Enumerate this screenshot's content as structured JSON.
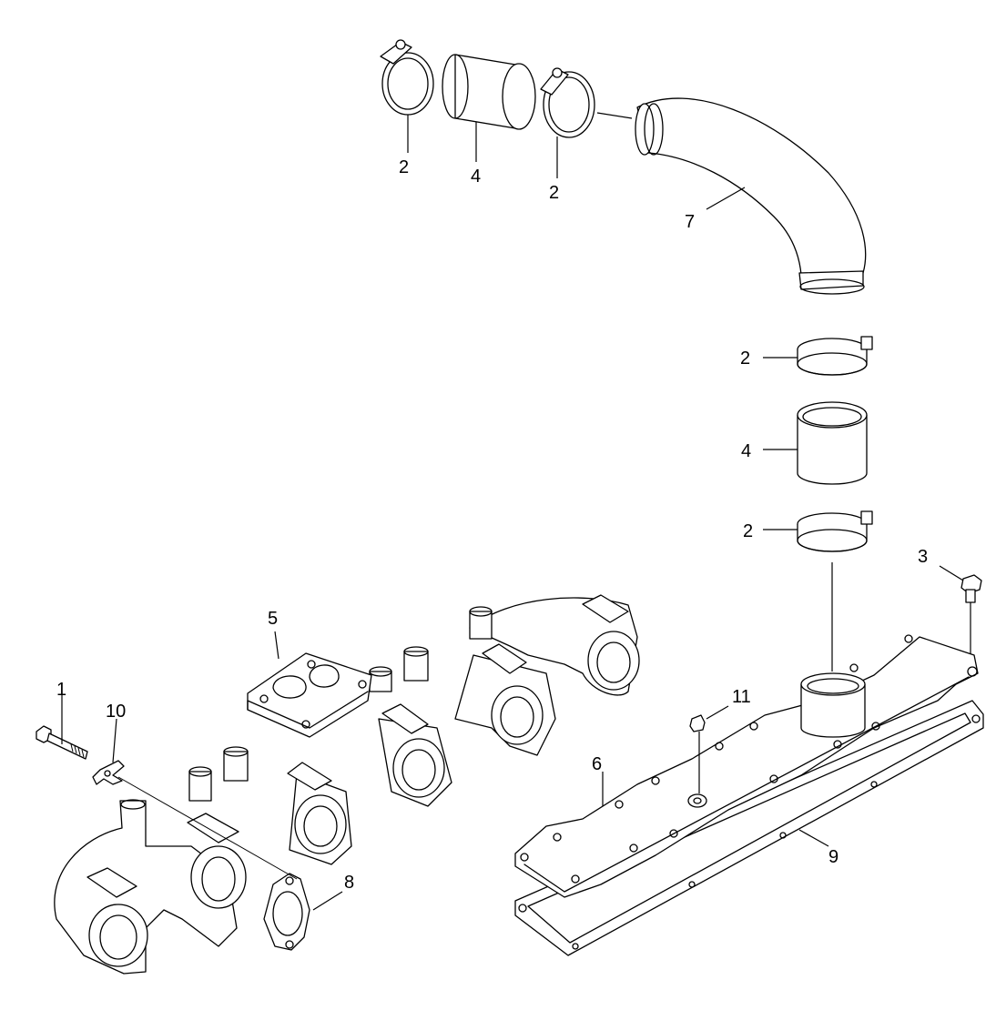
{
  "callouts": {
    "clamp_top_left": "2",
    "hose_top": "4",
    "clamp_top_right": "2",
    "elbow_pipe": "7",
    "clamp_mid_upper": "2",
    "hose_mid": "4",
    "clamp_mid_lower": "2",
    "bolt_right": "3",
    "flange_top": "5",
    "bolt_left": "1",
    "washer_left": "10",
    "plug": "11",
    "cover": "6",
    "gasket_flange": "8",
    "gasket_cover": "9"
  }
}
